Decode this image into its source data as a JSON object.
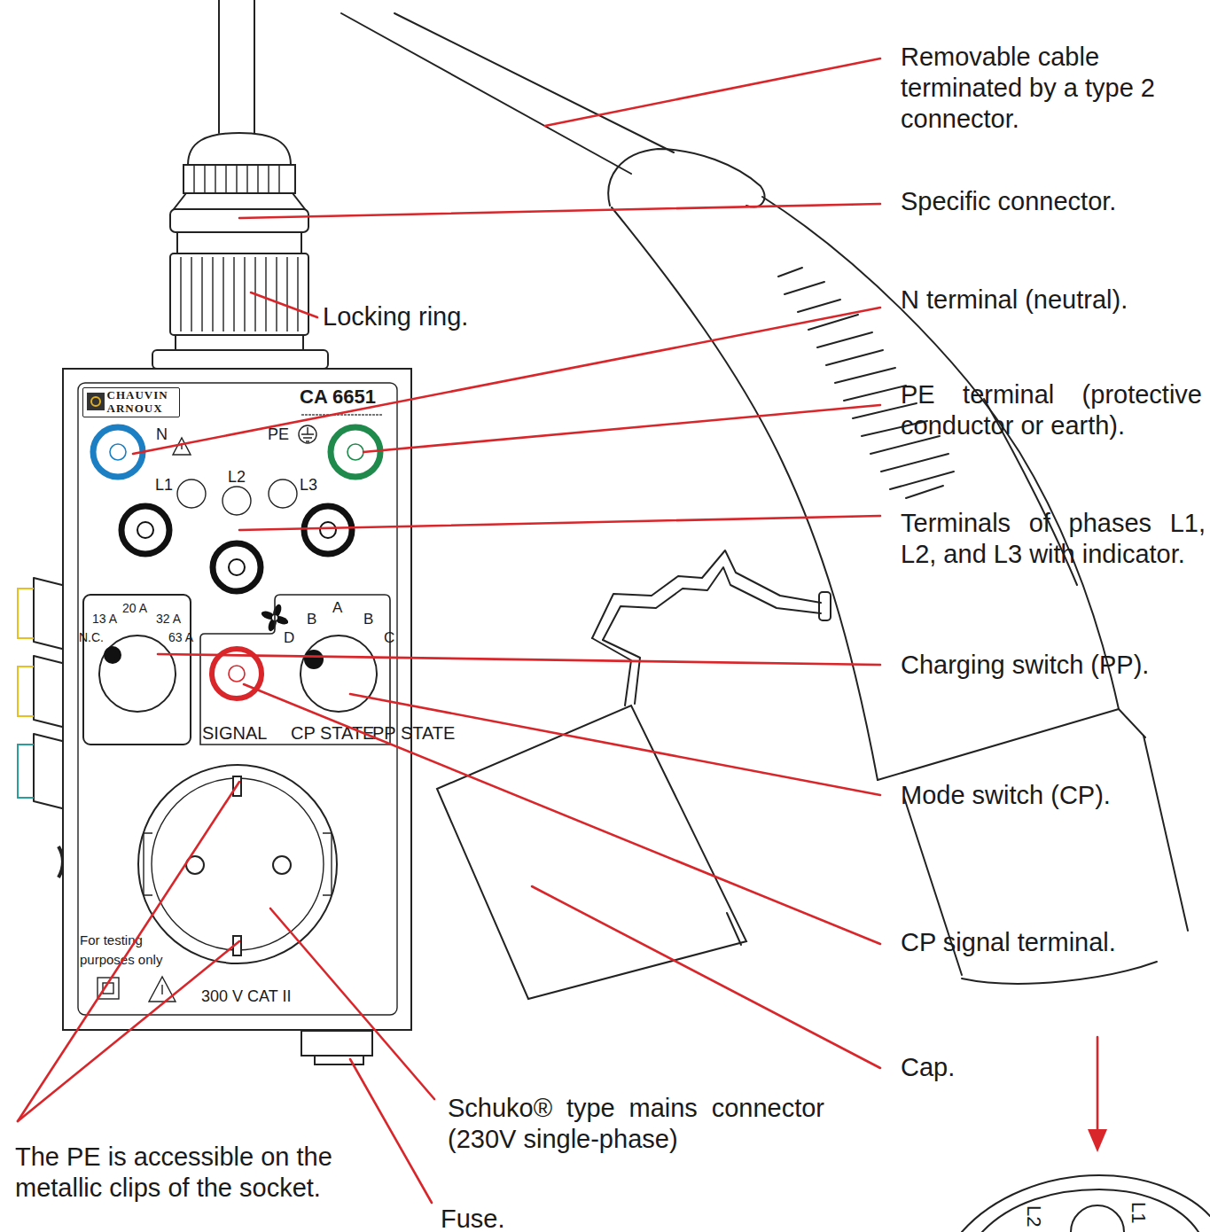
{
  "diagram": {
    "nodes": [
      {
        "text": [
          "CA 6651",
          "N",
          "PE",
          "L1",
          "L2",
          "L3",
          "PP STATE",
          "For testing purposes only",
          "300 V CAT II"
        ]
      },
      {
        "text": [
          "CHAUVIN ARNOUX"
        ],
        "in": 0
      },
      {
        "text": [
          "20 A",
          "13 A",
          "32 A",
          "N.C.",
          "63 A"
        ],
        "in": 0
      },
      {
        "text": [
          "A",
          "B",
          "B",
          "D",
          "C",
          "SIGNAL",
          "CP STATE"
        ],
        "in": 0
      }
    ],
    "labels": [
      "Removable cable terminated by a type 2 connector.",
      "Specific connector.",
      "Locking ring.",
      "N terminal (neutral).",
      "PE terminal (protective conductor or earth).",
      "Terminals of phases L1, L2, and L3 with indicator.",
      "Charging switch (PP).",
      "Mode switch (CP).",
      "CP signal terminal.",
      "Cap.",
      "Schuko® type mains connector (230V single-phase)",
      "The PE is accessible on the metallic clips of the socket.",
      "Fuse.",
      "L2",
      "L1"
    ]
  }
}
